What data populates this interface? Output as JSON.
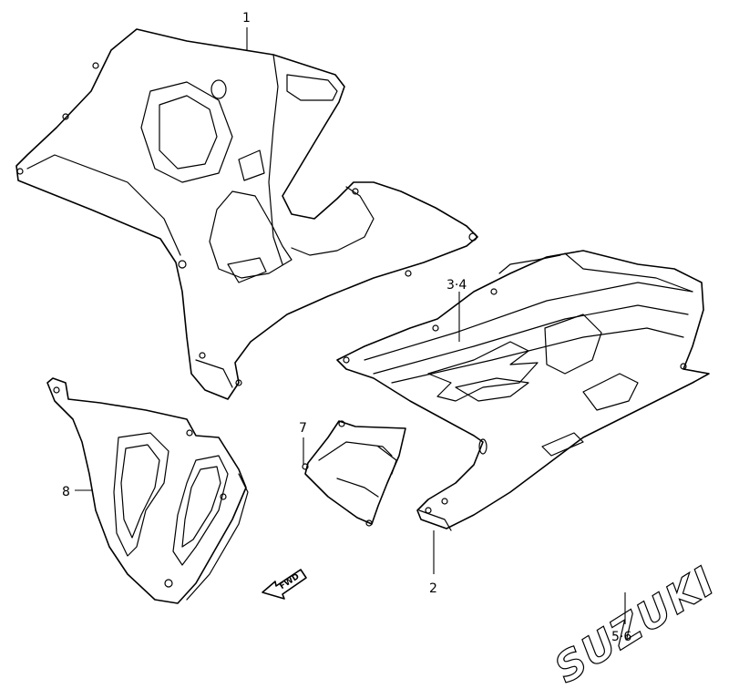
{
  "callouts": {
    "part_1": "1",
    "part_2": "2",
    "part_3_4": "3·4",
    "part_5_6": "5·6",
    "part_7": "7",
    "part_8": "8"
  },
  "fwd_label": "FWD",
  "logo_text": "SUZUKI",
  "colors": {
    "line": "#000000",
    "background": "#ffffff"
  }
}
